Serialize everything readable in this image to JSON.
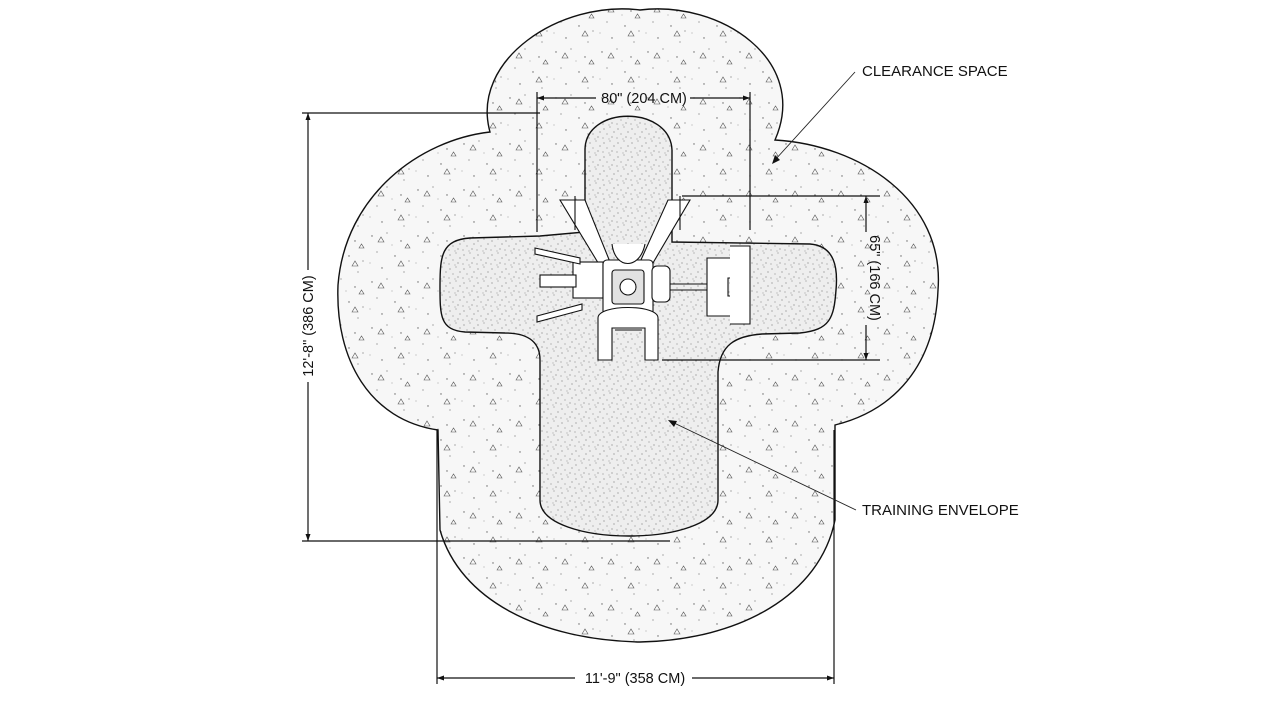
{
  "diagram": {
    "dimensions": {
      "top_width": "80\" (204 CM)",
      "right_depth": "65\" (166 CM)",
      "left_height": "12'-8\" (386 CM)",
      "bottom_width": "11'-9\" (358 CM)"
    },
    "callouts": {
      "clearance": "CLEARANCE SPACE",
      "envelope": "TRAINING ENVELOPE"
    }
  }
}
